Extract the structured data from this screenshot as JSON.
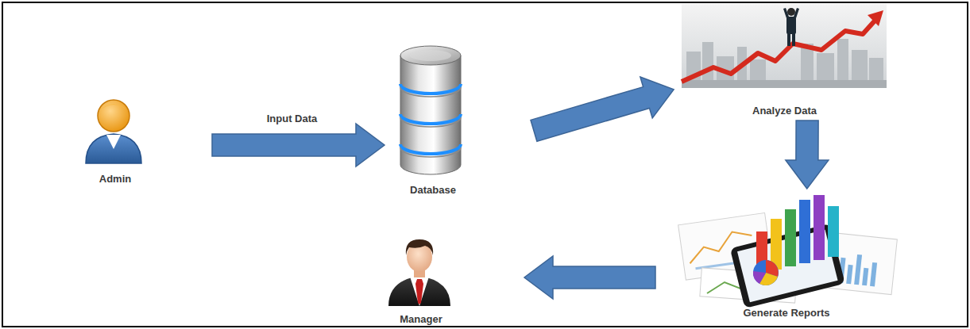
{
  "diagram": {
    "nodes": [
      {
        "text": [
          "Admin"
        ]
      },
      {
        "text": [
          "Database"
        ]
      },
      {
        "text": [
          "Analyze Data"
        ]
      },
      {
        "text": [
          "Generate Reports"
        ]
      },
      {
        "text": [
          "Manager"
        ]
      }
    ],
    "edges": [
      {
        "from": 0,
        "to": 1,
        "label": "Input Data",
        "arrow": "to"
      },
      {
        "from": 1,
        "to": 2,
        "arrow": "to"
      },
      {
        "from": 2,
        "to": 3,
        "arrow": "to"
      },
      {
        "from": 3,
        "to": 4,
        "arrow": "to"
      }
    ]
  }
}
